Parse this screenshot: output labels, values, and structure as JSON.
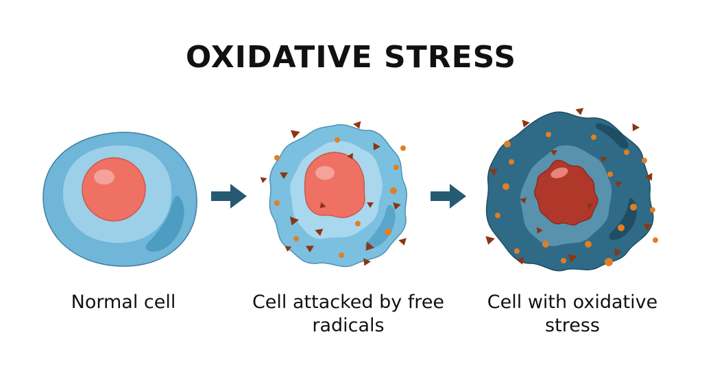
{
  "title": "OXIDATIVE STRESS",
  "stages": [
    {
      "id": "normal",
      "caption": "Normal cell"
    },
    {
      "id": "attacked",
      "caption": "Cell attacked by free radicals"
    },
    {
      "id": "stressed",
      "caption": "Cell with oxidative stress"
    }
  ],
  "colors": {
    "normal_outer": "#6fb6d9",
    "normal_inner": "#9ccfe8",
    "normal_nucleus": "#ef7163",
    "attacked_outer": "#7cc0e0",
    "attacked_inner": "#a8d7ee",
    "attacked_nucleus": "#ef7163",
    "stressed_outer": "#2f6a86",
    "stressed_inner": "#5892ad",
    "stressed_nucleus": "#b0382b",
    "arrow": "#265a73",
    "radical_triangle": "#8c3512",
    "radical_dot": "#e07f24"
  },
  "icons": [
    "right-arrow-icon",
    "free-radical-icon"
  ]
}
